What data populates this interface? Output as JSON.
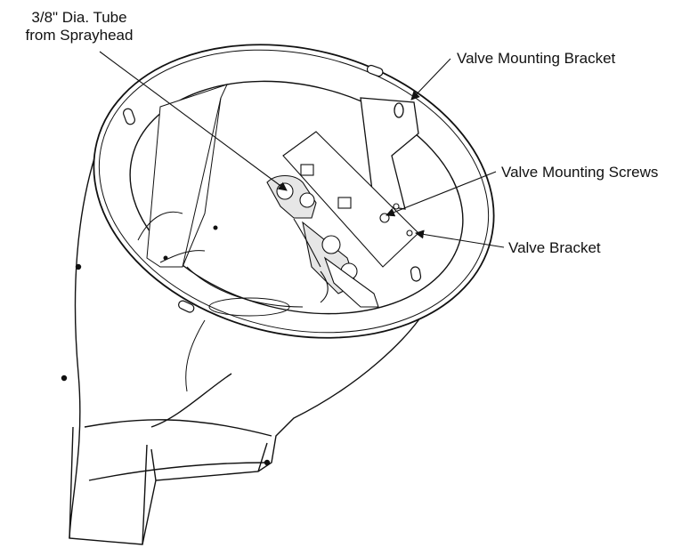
{
  "diagram": {
    "labels": {
      "tube_line1": "3/8\" Dia. Tube",
      "tube_line2": "from Sprayhead",
      "valve_mounting_bracket": "Valve Mounting Bracket",
      "valve_mounting_screws": "Valve Mounting Screws",
      "valve_bracket": "Valve Bracket"
    },
    "colors": {
      "line": "#111111",
      "fill": "#ffffff",
      "shade": "#e6e6e6"
    }
  }
}
